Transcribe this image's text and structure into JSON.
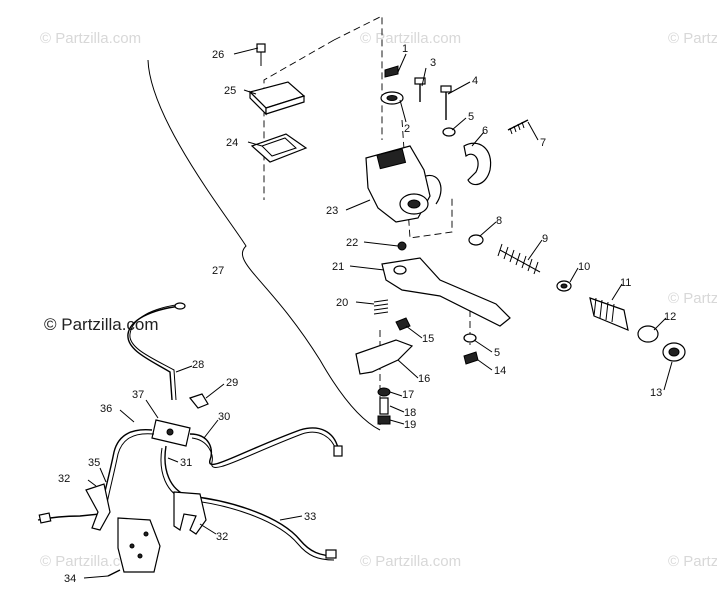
{
  "watermark": {
    "text": "© Partzilla.com",
    "prominent_text": "© Partzilla.com"
  },
  "parts": [
    {
      "id": "1",
      "label": "1"
    },
    {
      "id": "2",
      "label": "2"
    },
    {
      "id": "3",
      "label": "3"
    },
    {
      "id": "4",
      "label": "4"
    },
    {
      "id": "5a",
      "label": "5"
    },
    {
      "id": "6",
      "label": "6"
    },
    {
      "id": "7",
      "label": "7"
    },
    {
      "id": "8",
      "label": "8"
    },
    {
      "id": "9",
      "label": "9"
    },
    {
      "id": "10",
      "label": "10"
    },
    {
      "id": "11",
      "label": "11"
    },
    {
      "id": "12",
      "label": "12"
    },
    {
      "id": "13",
      "label": "13"
    },
    {
      "id": "14",
      "label": "14"
    },
    {
      "id": "5b",
      "label": "5"
    },
    {
      "id": "15",
      "label": "15"
    },
    {
      "id": "16",
      "label": "16"
    },
    {
      "id": "17",
      "label": "17"
    },
    {
      "id": "18",
      "label": "18"
    },
    {
      "id": "19",
      "label": "19"
    },
    {
      "id": "20",
      "label": "20"
    },
    {
      "id": "21",
      "label": "21"
    },
    {
      "id": "22",
      "label": "22"
    },
    {
      "id": "23",
      "label": "23"
    },
    {
      "id": "24",
      "label": "24"
    },
    {
      "id": "25",
      "label": "25"
    },
    {
      "id": "26",
      "label": "26"
    },
    {
      "id": "27",
      "label": "27"
    },
    {
      "id": "28",
      "label": "28"
    },
    {
      "id": "29",
      "label": "29"
    },
    {
      "id": "30",
      "label": "30"
    },
    {
      "id": "31",
      "label": "31"
    },
    {
      "id": "32a",
      "label": "32"
    },
    {
      "id": "32b",
      "label": "32"
    },
    {
      "id": "33",
      "label": "33"
    },
    {
      "id": "34",
      "label": "34"
    },
    {
      "id": "35",
      "label": "35"
    },
    {
      "id": "36",
      "label": "36"
    },
    {
      "id": "37",
      "label": "37"
    }
  ]
}
